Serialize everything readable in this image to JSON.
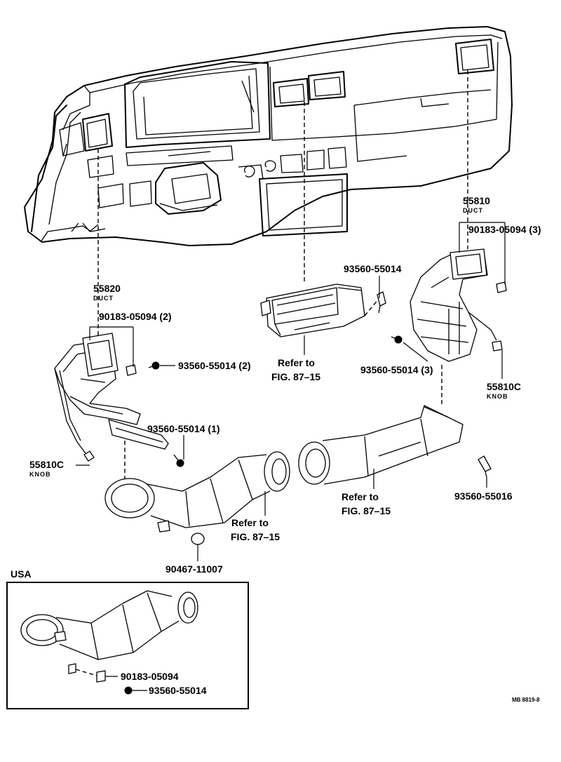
{
  "labels": {
    "p55810": "55810",
    "p55810_duct": "DUCT",
    "p90183_3": "90183-05094 (3)",
    "p93560_top": "93560-55014",
    "p55820": "55820",
    "p55820_duct": "DUCT",
    "p90183_2": "90183-05094 (2)",
    "p93560_2": "93560-55014 (2)",
    "ref_center": [
      "Refer to",
      "FIG. 87–15"
    ],
    "p93560_3": "93560-55014 (3)",
    "p55810c_right": "55810C",
    "knob_right": "KNOB",
    "p93560_1": "93560-55014 (1)",
    "p55810c_left": "55810C",
    "knob_left": "KNOB",
    "ref_right": [
      "Refer to",
      "FIG. 87–15"
    ],
    "p93560_55016": "93560-55016",
    "ref_left": [
      "Refer to",
      "FIG. 87–15"
    ],
    "p90467": "90467-11007",
    "usa": "USA",
    "usa_90183": "90183-05094",
    "usa_93560": "93560-55014",
    "code": "MB 8819-8"
  }
}
